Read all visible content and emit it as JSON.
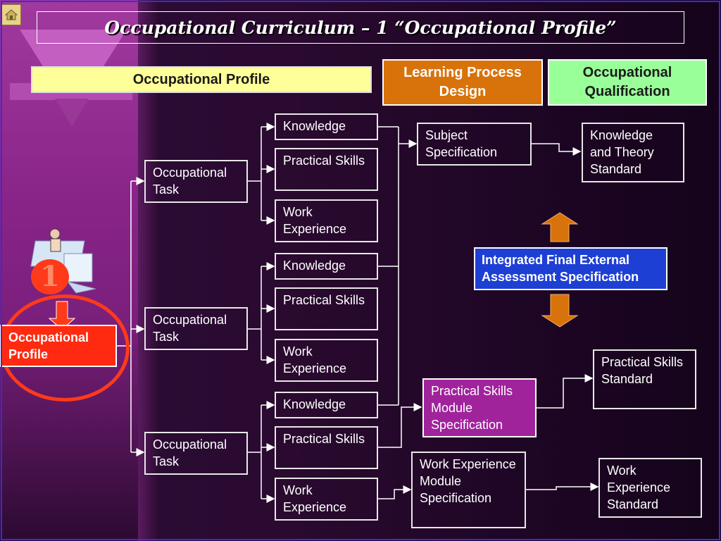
{
  "title": "Occupational Curriculum – 1 “Occupational Profile”",
  "headers": {
    "occupational_profile": "Occupational Profile",
    "learning_process_design": "Learning Process Design",
    "occupational_qualification": "Occupational Qualification"
  },
  "badge_number": "1",
  "root": "Occupational Profile",
  "tasks": [
    "Occupational Task",
    "Occupational Task",
    "Occupational Task"
  ],
  "elements": {
    "knowledge": "Knowledge",
    "practical_skills": "Practical Skills",
    "work_experience": "Work Experience"
  },
  "specifications": {
    "subject": "Subject Specification",
    "practical_skills_module": "Practical Skills Module Specification",
    "work_experience_module": "Work Experience Module Specification"
  },
  "standards": {
    "knowledge_theory": "Knowledge and Theory Standard",
    "practical_skills": "Practical Skills Standard",
    "work_experience": "Work Experience Standard"
  },
  "assessment": "Integrated Final External Assessment Specification",
  "colors": {
    "learning_process_design": "#d8720a",
    "occupational_qualification": "#99ff99",
    "occupational_profile_header": "#ffff99",
    "assessment": "#1d3fd4",
    "practical_skills_module": "#a0239c",
    "root": "#ff2a10",
    "arrows": "#d8720a"
  },
  "icons": [
    "home-icon",
    "figure-clipart-icon"
  ]
}
